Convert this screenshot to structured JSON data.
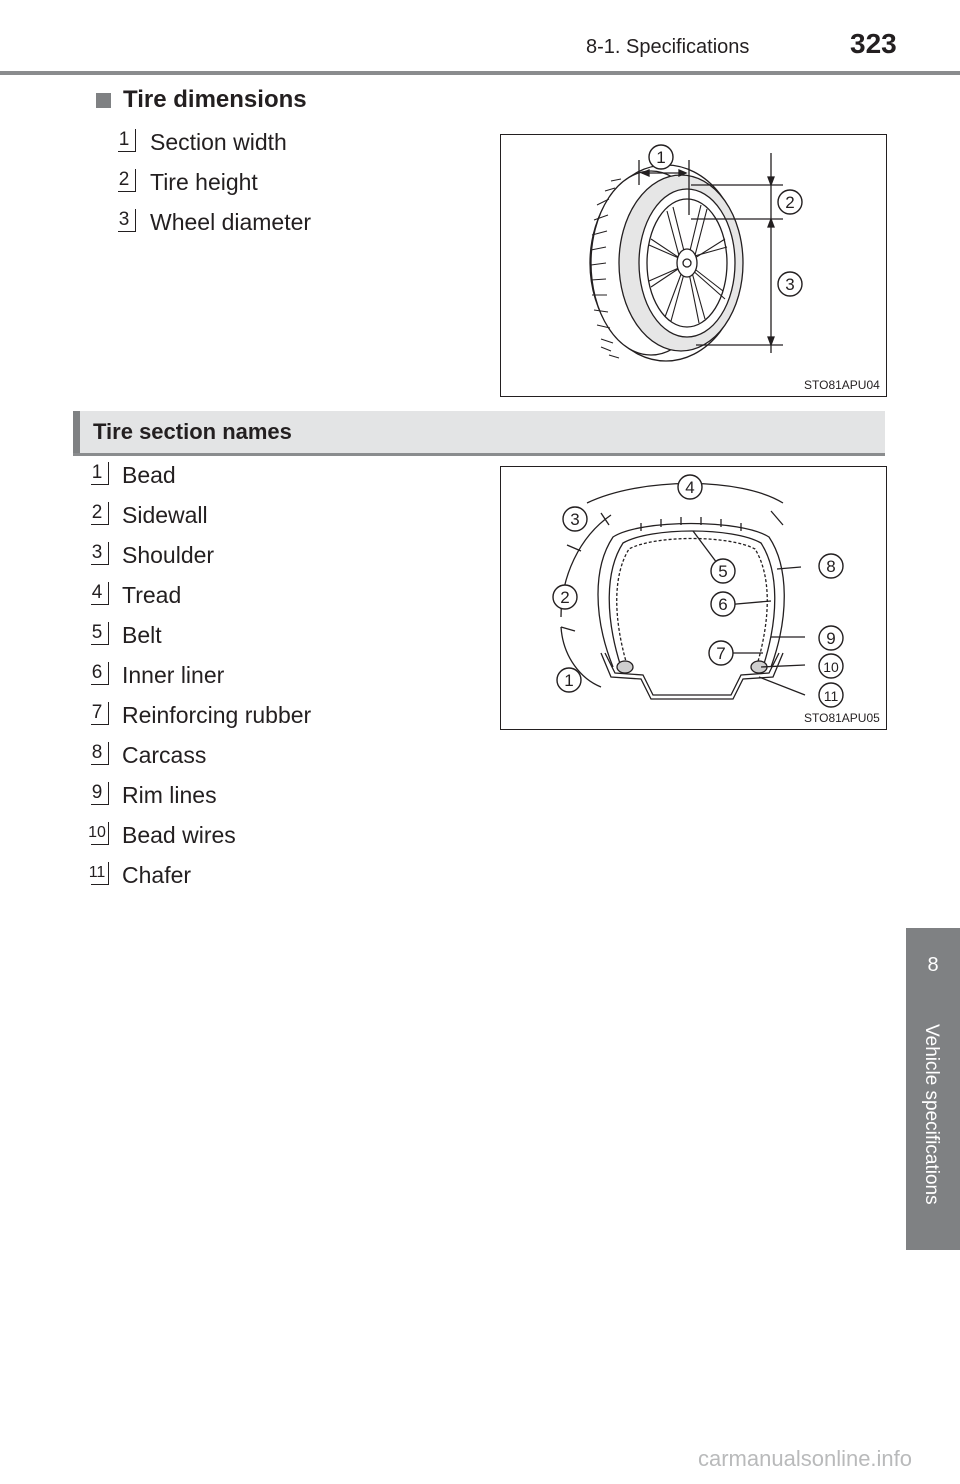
{
  "header": {
    "section": "8-1. Specifications",
    "page_number": "323"
  },
  "side_tab": {
    "number": "8",
    "label": "Vehicle specifications"
  },
  "tire_dimensions": {
    "heading": "Tire dimensions",
    "items": [
      {
        "num": "1",
        "label": "Section width"
      },
      {
        "num": "2",
        "label": "Tire height"
      },
      {
        "num": "3",
        "label": "Wheel diameter"
      }
    ],
    "figure_code": "STO81APU04",
    "callouts": [
      "1",
      "2",
      "3"
    ]
  },
  "tire_section_names": {
    "heading": "Tire section names",
    "items": [
      {
        "num": "1",
        "label": "Bead"
      },
      {
        "num": "2",
        "label": "Sidewall"
      },
      {
        "num": "3",
        "label": "Shoulder"
      },
      {
        "num": "4",
        "label": "Tread"
      },
      {
        "num": "5",
        "label": "Belt"
      },
      {
        "num": "6",
        "label": "Inner liner"
      },
      {
        "num": "7",
        "label": "Reinforcing rubber"
      },
      {
        "num": "8",
        "label": "Carcass"
      },
      {
        "num": "9",
        "label": "Rim lines"
      },
      {
        "num": "10",
        "label": "Bead wires"
      },
      {
        "num": "11",
        "label": "Chafer"
      }
    ],
    "figure_code": "STO81APU05",
    "callouts": [
      "1",
      "2",
      "3",
      "4",
      "5",
      "6",
      "7",
      "8",
      "9",
      "10",
      "11"
    ]
  },
  "watermark": "carmanualsonline.info",
  "colors": {
    "tab_gray": "#7f8183",
    "bar_gray": "#e3e4e5",
    "rule_gray": "#8a8c8e",
    "text": "#231f20"
  }
}
